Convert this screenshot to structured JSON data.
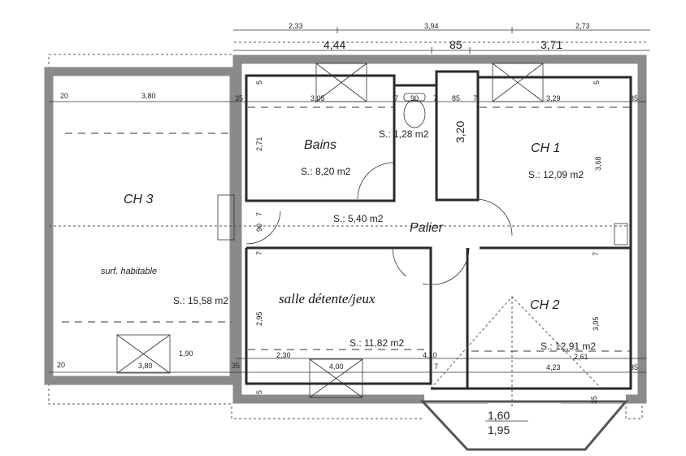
{
  "rooms": {
    "ch3": {
      "name": "CH 3",
      "note": "surf. habitable",
      "area": "S.: 15,58 m2"
    },
    "bains": {
      "name": "Bains",
      "area": "S.: 8,20 m2"
    },
    "wc": {
      "area": "S.: 1,28 m2"
    },
    "ch1": {
      "name": "CH 1",
      "area": "S.: 12,09 m2"
    },
    "palier": {
      "name": "Palier",
      "area": "S.: 5,40 m2"
    },
    "salle": {
      "name": "salle détente/jeux",
      "area": "S.: 11,82 m2"
    },
    "ch2": {
      "name": "CH 2",
      "area": "S.: 12,91 m2"
    }
  },
  "dims": {
    "top_small": [
      "2,33",
      "3,94",
      "2,73"
    ],
    "top_large": [
      "4,44",
      "85",
      "3,71"
    ],
    "upper_row": [
      "20",
      "3,80",
      "35",
      "3,05",
      "7",
      "90",
      "7",
      "85",
      "7",
      "3,29",
      "35"
    ],
    "vertical": [
      "5",
      "5",
      "2,71",
      "3,20",
      "3,68",
      "7",
      "90",
      "7",
      "7",
      "2,95",
      "3,05",
      "5",
      "35"
    ],
    "lower_row": [
      "20",
      "3,80",
      "1,90",
      "35",
      "2,30",
      "4,00",
      "4,10",
      "7",
      "4,23",
      "2,61",
      "35"
    ],
    "bay": [
      "1,60",
      "1,95"
    ]
  }
}
